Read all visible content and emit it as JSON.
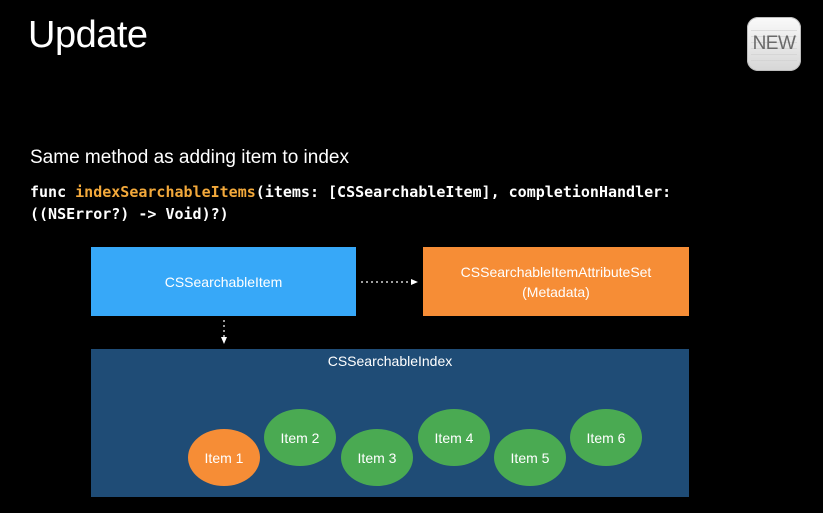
{
  "slide": {
    "title": "Update",
    "badge": "NEW",
    "subtitle": "Same method as adding item to index",
    "code": {
      "keyword": "func",
      "function_name": "indexSearchableItems",
      "line1_rest": "(items: [CSSearchableItem], completionHandler:",
      "line2": "((NSError?) -> Void)?)"
    }
  },
  "diagram": {
    "item_box": "CSSearchableItem",
    "attribute_box_line1": "CSSearchableItemAttributeSet",
    "attribute_box_line2": "(Metadata)",
    "index_box": "CSSearchableIndex",
    "items": [
      "Item 1",
      "Item 2",
      "Item 3",
      "Item 4",
      "Item 5",
      "Item 6"
    ]
  },
  "colors": {
    "background": "#000000",
    "item_blue": "#37a8f8",
    "metadata_orange": "#f68d36",
    "index_navy": "#1f4c76",
    "item_green": "#4aaa52",
    "code_highlight": "#f3a93b"
  }
}
